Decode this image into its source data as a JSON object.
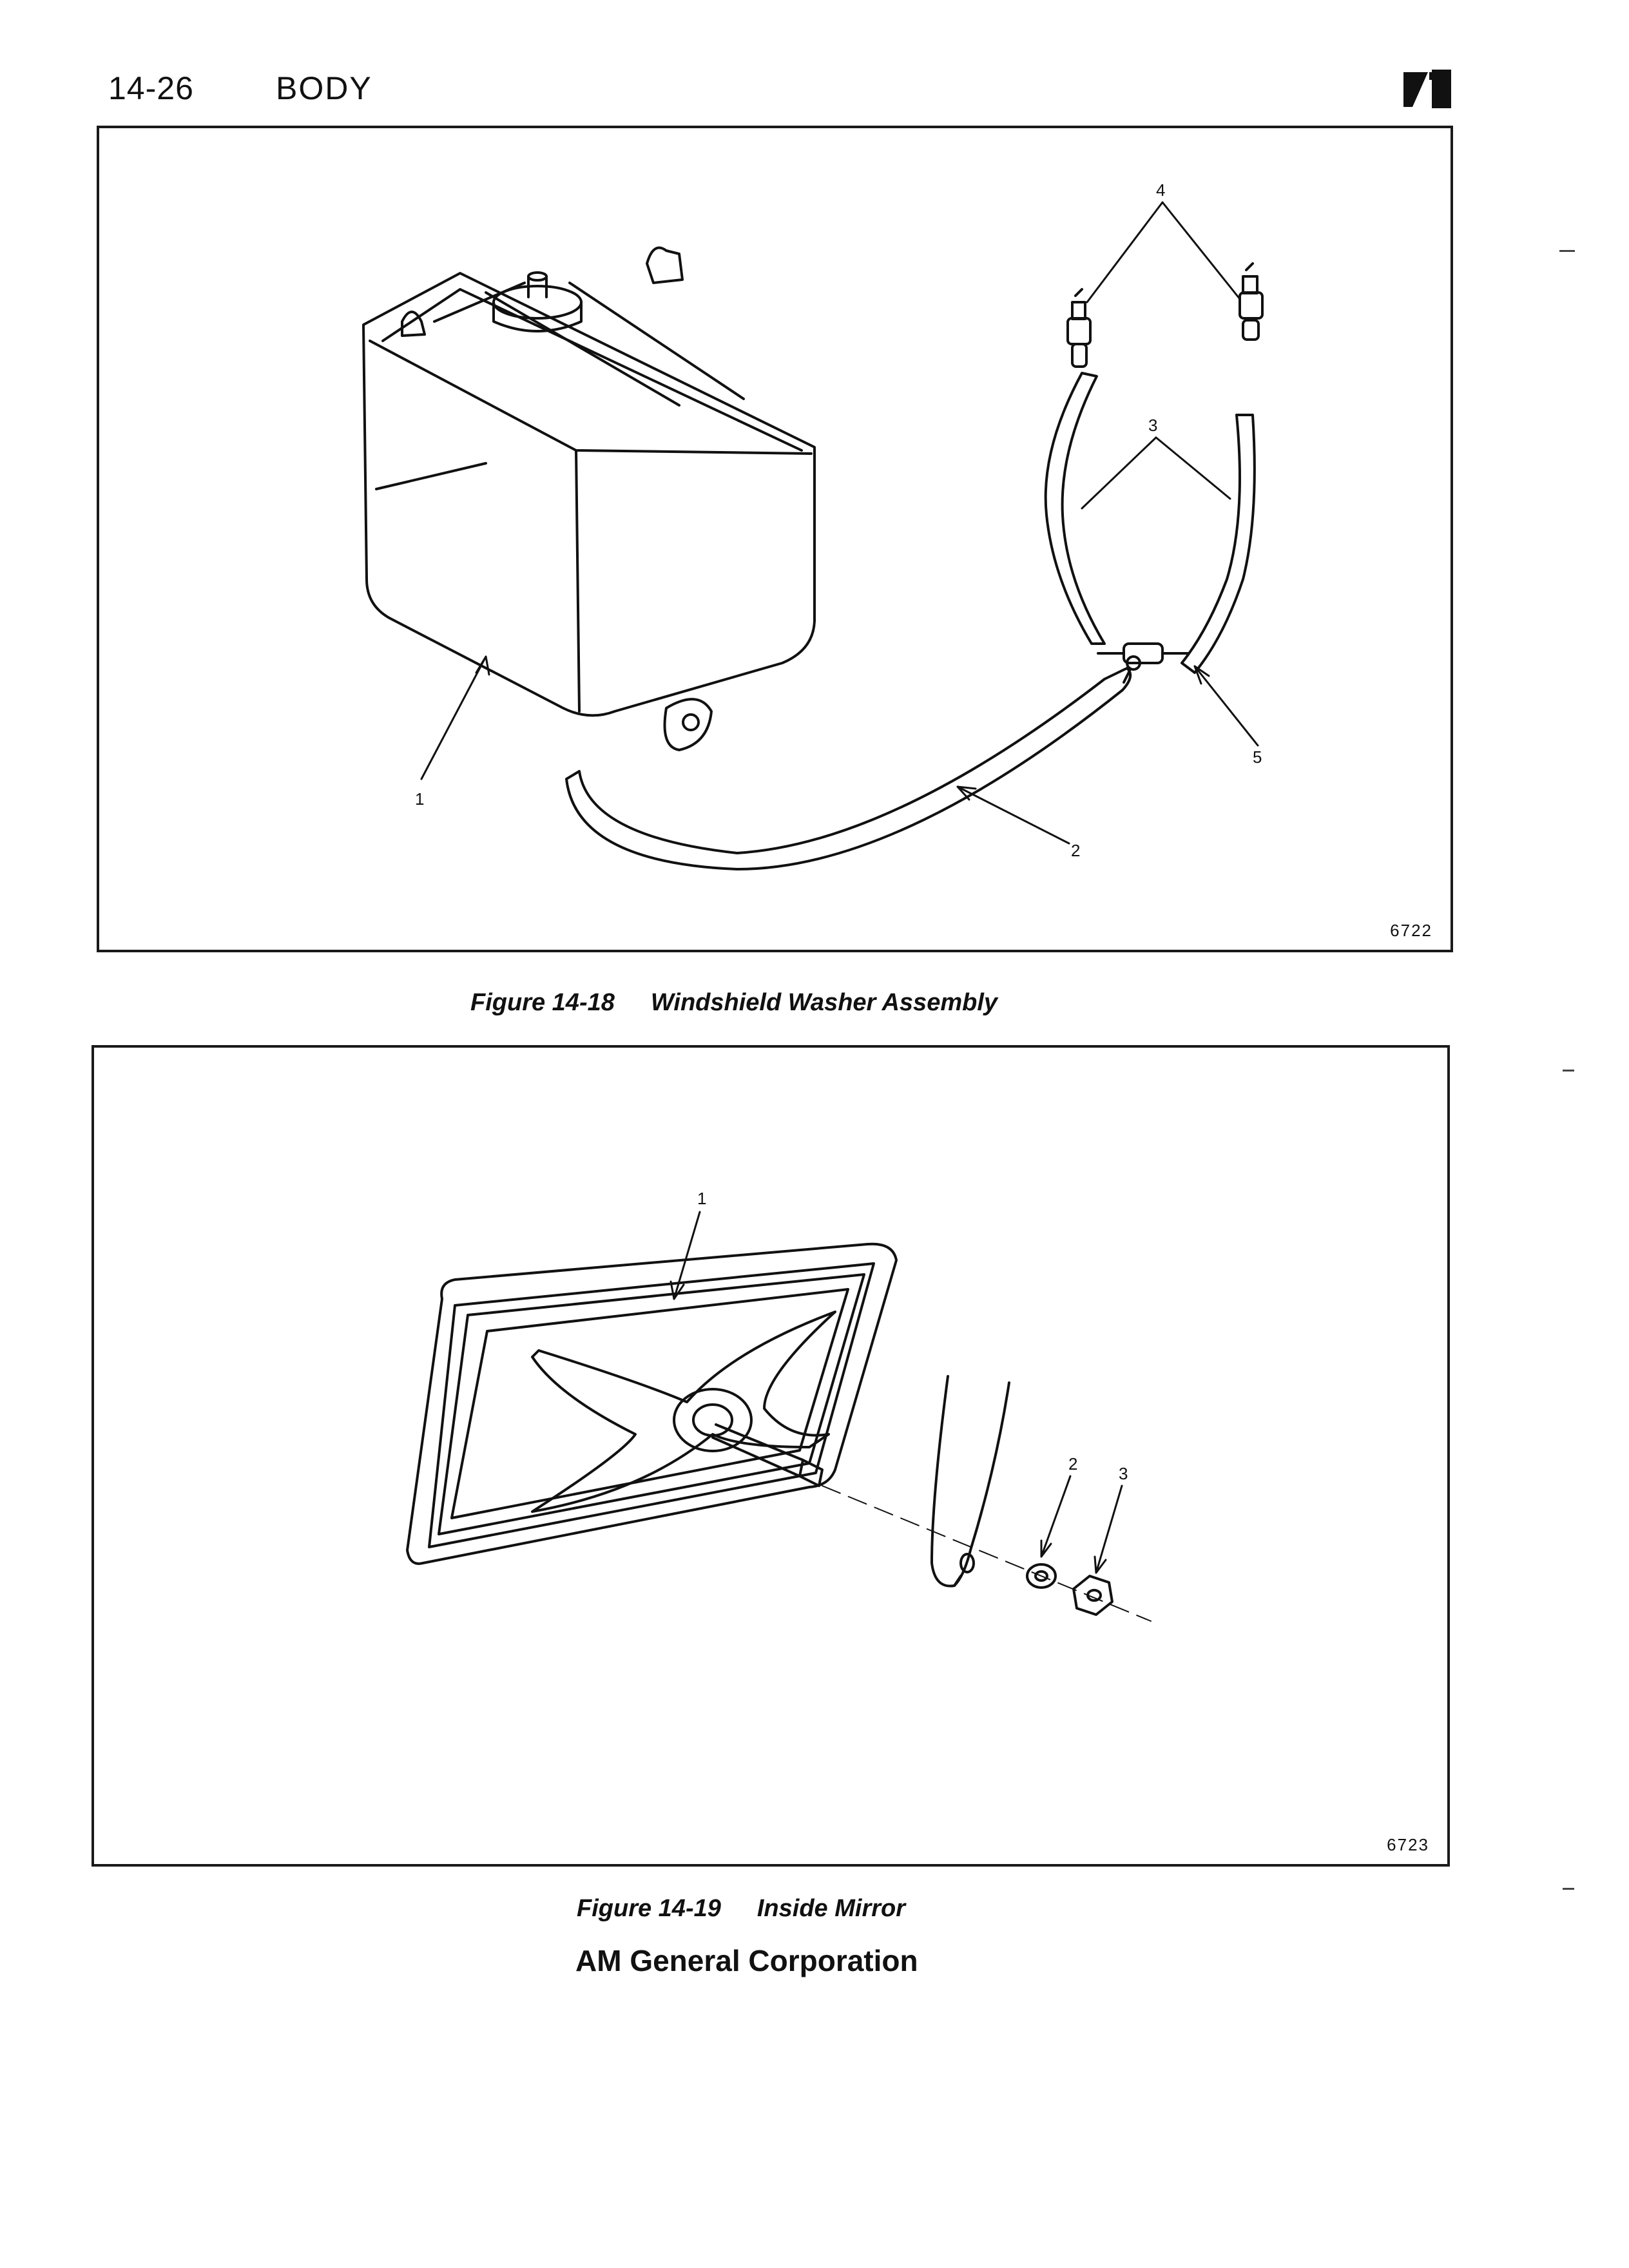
{
  "header": {
    "page_number": "14-26",
    "section": "BODY"
  },
  "figures": [
    {
      "number_label": "Figure 14-18",
      "title": "Windshield Washer Assembly",
      "art_number": "6722",
      "callouts": [
        "1",
        "2",
        "3",
        "4",
        "5"
      ]
    },
    {
      "number_label": "Figure 14-19",
      "title": "Inside Mirror",
      "art_number": "6723",
      "callouts": [
        "1",
        "2",
        "3"
      ]
    }
  ],
  "footer": {
    "company": "AM General Corporation"
  },
  "colors": {
    "ink": "#111111",
    "paper": "#ffffff"
  }
}
